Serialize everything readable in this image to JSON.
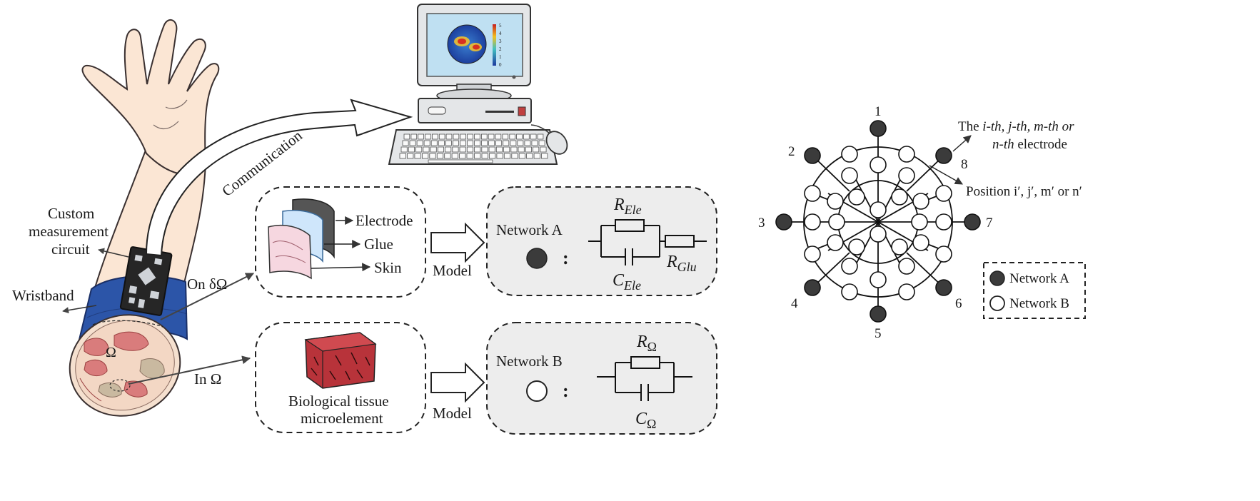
{
  "figure": {
    "communication_label": "Communication",
    "custom_circuit_label": [
      "Custom",
      "measurement",
      "circuit"
    ],
    "wristband_label": "Wristband",
    "omega_label": "Ω",
    "on_boundary_label": "On δΩ",
    "in_omega_label": "In Ω",
    "layer_labels": {
      "electrode": "Electrode",
      "glue": "Glue",
      "skin": "Skin"
    },
    "tissue_label": [
      "Biological tissue",
      "microelement"
    ],
    "model_label": "Model",
    "network_a": {
      "title": "Network A",
      "colon": ":",
      "r_ele": {
        "main": "R",
        "sub": "Ele"
      },
      "c_ele": {
        "main": "C",
        "sub": "Ele"
      },
      "r_glu": {
        "main": "R",
        "sub": "Glu"
      }
    },
    "network_b": {
      "title": "Network B",
      "colon": ":",
      "r_omega": {
        "main": "R",
        "sub": "Ω"
      },
      "c_omega": {
        "main": "C",
        "sub": "Ω"
      }
    },
    "screen_colorbar_ticks": [
      "5",
      "4",
      "3",
      "2",
      "1",
      "0"
    ]
  },
  "network_diagram": {
    "electrode_numbers": [
      "1",
      "2",
      "3",
      "4",
      "5",
      "6",
      "7",
      "8"
    ],
    "annotation_electrode_line1": {
      "prefix": "The ",
      "italic": "i-th, j-th, m-th or"
    },
    "annotation_electrode_line2": {
      "italic": "n-th",
      "suffix": " electrode"
    },
    "annotation_position": "Position i′, j′, m′ or n′",
    "legend": {
      "network_a": "Network A",
      "network_b": "Network B"
    }
  },
  "colors": {
    "skin": "#fbe6d4",
    "skin_outline": "#3a3030",
    "wristband": "#2c55a8",
    "tissue_red": "#b8333a",
    "panel_fill": "#ededed",
    "node_dark": "#3b3b3b",
    "node_light": "#ffffff",
    "screen_bg": "#bfe0f2"
  }
}
